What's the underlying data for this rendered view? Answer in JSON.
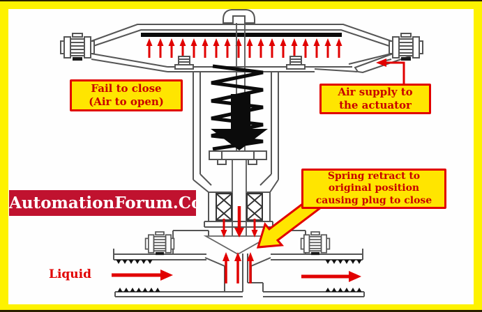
{
  "labels": {
    "fail_to_close": {
      "line1": "Fail to close",
      "line2": "(Air to open)"
    },
    "air_supply": {
      "line1": "Air supply to",
      "line2": "the actuator"
    },
    "spring_retract": {
      "line1": "Spring retract to",
      "line2": "original position",
      "line3": "causing plug to close"
    },
    "watermark": "AutomationForum.Co",
    "liquid": "Liquid"
  },
  "colors": {
    "frame_yellow": "#FEF200",
    "label_yellow": "#FFE500",
    "label_border_red": "#E10000",
    "label_text_red": "#C80000",
    "arrow_red": "#E10000",
    "watermark_bg": "#C0122F",
    "watermark_text": "#FFFFFF",
    "diagram_line_gray": "#555555",
    "diaphragm_black": "#0B0B0B"
  },
  "diagram": {
    "air_pressure_arrow_count": 18,
    "parts": [
      "vent-cap",
      "diaphragm-case",
      "diaphragm",
      "case-clamp-bolt-left",
      "case-clamp-bolt-right",
      "air-inlet-port",
      "yoke",
      "spring",
      "spring-force-arrow",
      "spring-seat-plate",
      "valve-stem",
      "packing-boxes",
      "bonnet-flange",
      "valve-body",
      "valve-plug",
      "inlet-pipe",
      "outlet-pipe",
      "flow-arrows",
      "plug-close-arrow"
    ]
  }
}
